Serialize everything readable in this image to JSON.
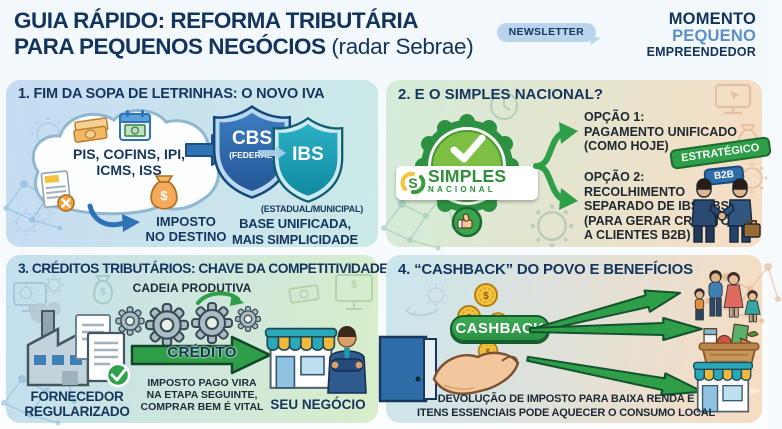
{
  "header": {
    "title_line1": "GUIA RÁPIDO: REFORMA TRIBUTÁRIA",
    "title_line2": "PARA PEQUENOS NEGÓCIOS",
    "title_suffix": "(radar Sebrae)",
    "newsletter": "NEWSLETTER",
    "brand_line1": "MOMENTO",
    "brand_line2": "PEQUENO",
    "brand_line3": "EMPREENDEDOR"
  },
  "panel1": {
    "title": "1. FIM DA SOPA DE LETRINHAS: O NOVO IVA",
    "taxes_line1": "PIS, COFINS, IPI,",
    "taxes_line2": "ICMS, ISS",
    "destino_line1": "IMPOSTO",
    "destino_line2": "NO DESTINO",
    "cbs": "CBS",
    "cbs_sub": "(FEDERAL)",
    "ibs": "IBS",
    "ibs_sub": "(ESTADUAL/MUNICIPAL)",
    "benefit_line1": "BASE UNIFICADA,",
    "benefit_line2": "MAIS SIMPLICIDADE"
  },
  "panel2": {
    "title": "2. E O SIMPLES NACIONAL?",
    "badge_word1": "SIMPLES",
    "badge_word2": "NACIONAL",
    "badge_s": "S",
    "opt1_label": "OPÇÃO 1:",
    "opt1_line1": "PAGAMENTO UNIFICADO",
    "opt1_line2": "(COMO HOJE)",
    "opt2_label": "OPÇÃO 2:",
    "opt2_line1": "RECOLHIMENTO",
    "opt2_line2": "SEPARADO DE IBS/CBS",
    "opt2_line3": "(PARA GERAR CRÉDITOS",
    "opt2_line4": "A CLIENTES B2B)",
    "strategic": "ESTRATÉGICO",
    "b2b": "B2B"
  },
  "panel3": {
    "title": "3. CRÉDITOS TRIBUTÁRIOS: CHAVE DA COMPETITIVIDADE",
    "chain": "CADEIA PRODUTIVA",
    "supplier_line1": "FORNECEDOR",
    "supplier_line2": "REGULARIZADO",
    "credit": "CRÉDITO",
    "note_line1": "IMPOSTO PAGO VIRA",
    "note_line2": "NA ETAPA SEGUINTE,",
    "note_line3": "COMPRAR BEM É VITAL",
    "business": "SEU NEGÓCIO"
  },
  "panel4": {
    "title": "4. “CASHBACK” DO POVO E BENEFÍCIOS",
    "cashback": "CASHBACK",
    "note_line1": "DEVOLUÇÃO DE IMPOSTO PARA BAIXA RENDA E",
    "note_line2": "ITENS ESSENCIAIS PODE AQUECER O CONSUMO LOCAL"
  },
  "misc": {
    "dollar": "$"
  },
  "colors": {
    "navy": "#14335b",
    "blue": "#2f6da8",
    "light_blue": "#5d90c8",
    "green": "#2f9e48",
    "teal": "#17a0b6",
    "cbs_blue": "#2e6cb3",
    "gold": "#f5c23c",
    "coral": "#e0685e"
  }
}
